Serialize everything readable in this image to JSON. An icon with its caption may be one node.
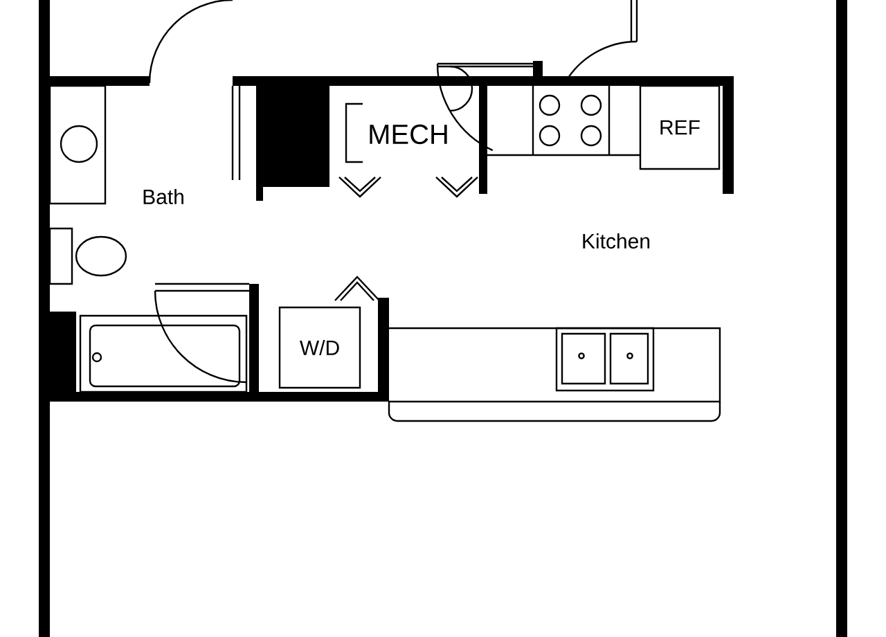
{
  "diagram": {
    "nodes": [
      {
        "text": [
          "MECH"
        ]
      },
      {
        "text": [
          "REF"
        ]
      },
      {
        "text": [
          "W/D"
        ]
      }
    ],
    "labels": [
      "Bath",
      "Kitchen"
    ]
  }
}
